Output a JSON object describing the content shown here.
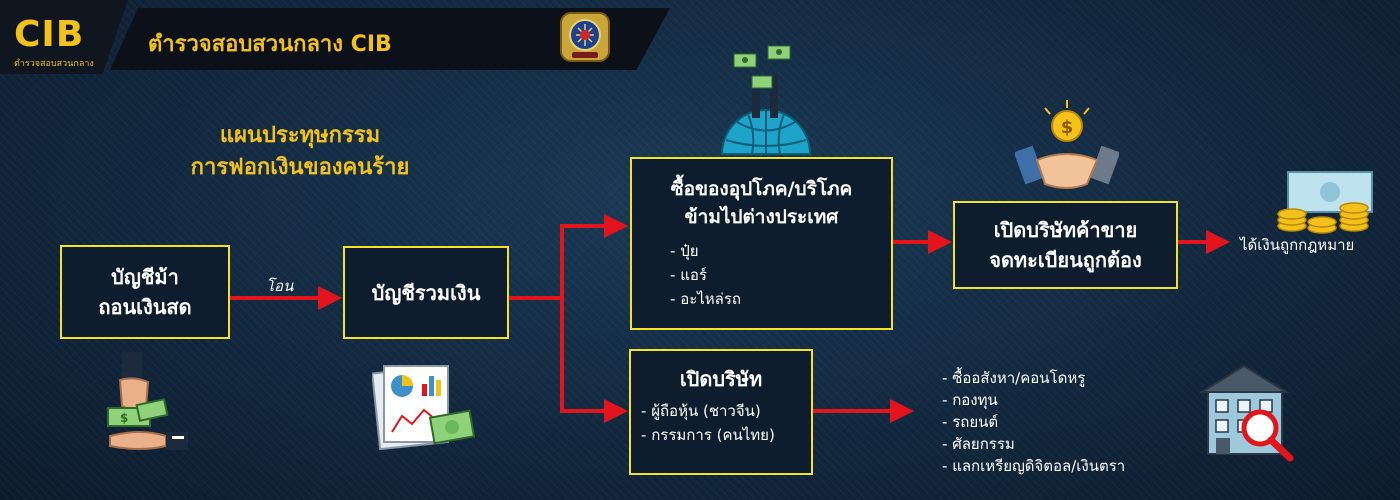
{
  "header": {
    "logo_text": "CIB",
    "logo_subtitle": "ตำรวจสอบสวนกลาง",
    "title": "ตำรวจสอบสวนกลาง CIB"
  },
  "diagram_title": {
    "line1": "แผนประทุษกรรม",
    "line2": "การฟอกเงินของคนร้าย"
  },
  "nodes": {
    "mule_account": {
      "line1": "บัญชีม้า",
      "line2": "ถอนเงินสด"
    },
    "collection_account": {
      "label": "บัญชีรวมเงิน"
    },
    "buy_goods": {
      "line1": "ซื้อของอุปโภค/บริโภค",
      "line2": "ข้ามไปต่างประเทศ",
      "items": [
        "ปุ๋ย",
        "แอร์",
        "อะไหล่รถ"
      ]
    },
    "open_trading_company": {
      "line1": "เปิดบริษัทค้าขาย",
      "line2": "จดทะเบียนถูกต้อง"
    },
    "open_company": {
      "title": "เปิดบริษัท",
      "items": [
        "ผู้ถือหุ้น (ชาวจีน)",
        "กรรมการ (คนไทย)"
      ]
    }
  },
  "edge_labels": {
    "transfer": "โอน"
  },
  "outcomes": {
    "legal_money": "ได้เงินถูกกฎหมาย",
    "assets": [
      "ซื้ออสังหา/คอนโดหรู",
      "กองทุน",
      "รถยนต์",
      "ศัลยกรรม",
      "แลกเหรียญดิจิตอล/เงินตรา"
    ]
  },
  "colors": {
    "accent_yellow": "#f3c21a",
    "box_border": "#f3e229",
    "arrow_red": "#e3141b",
    "background": "#152f47"
  },
  "icons": [
    "police-badge-icon",
    "globe-money-icon",
    "handshake-coin-icon",
    "coins-banknote-icon",
    "cash-withdraw-icon",
    "report-charts-icon",
    "house-search-icon"
  ]
}
